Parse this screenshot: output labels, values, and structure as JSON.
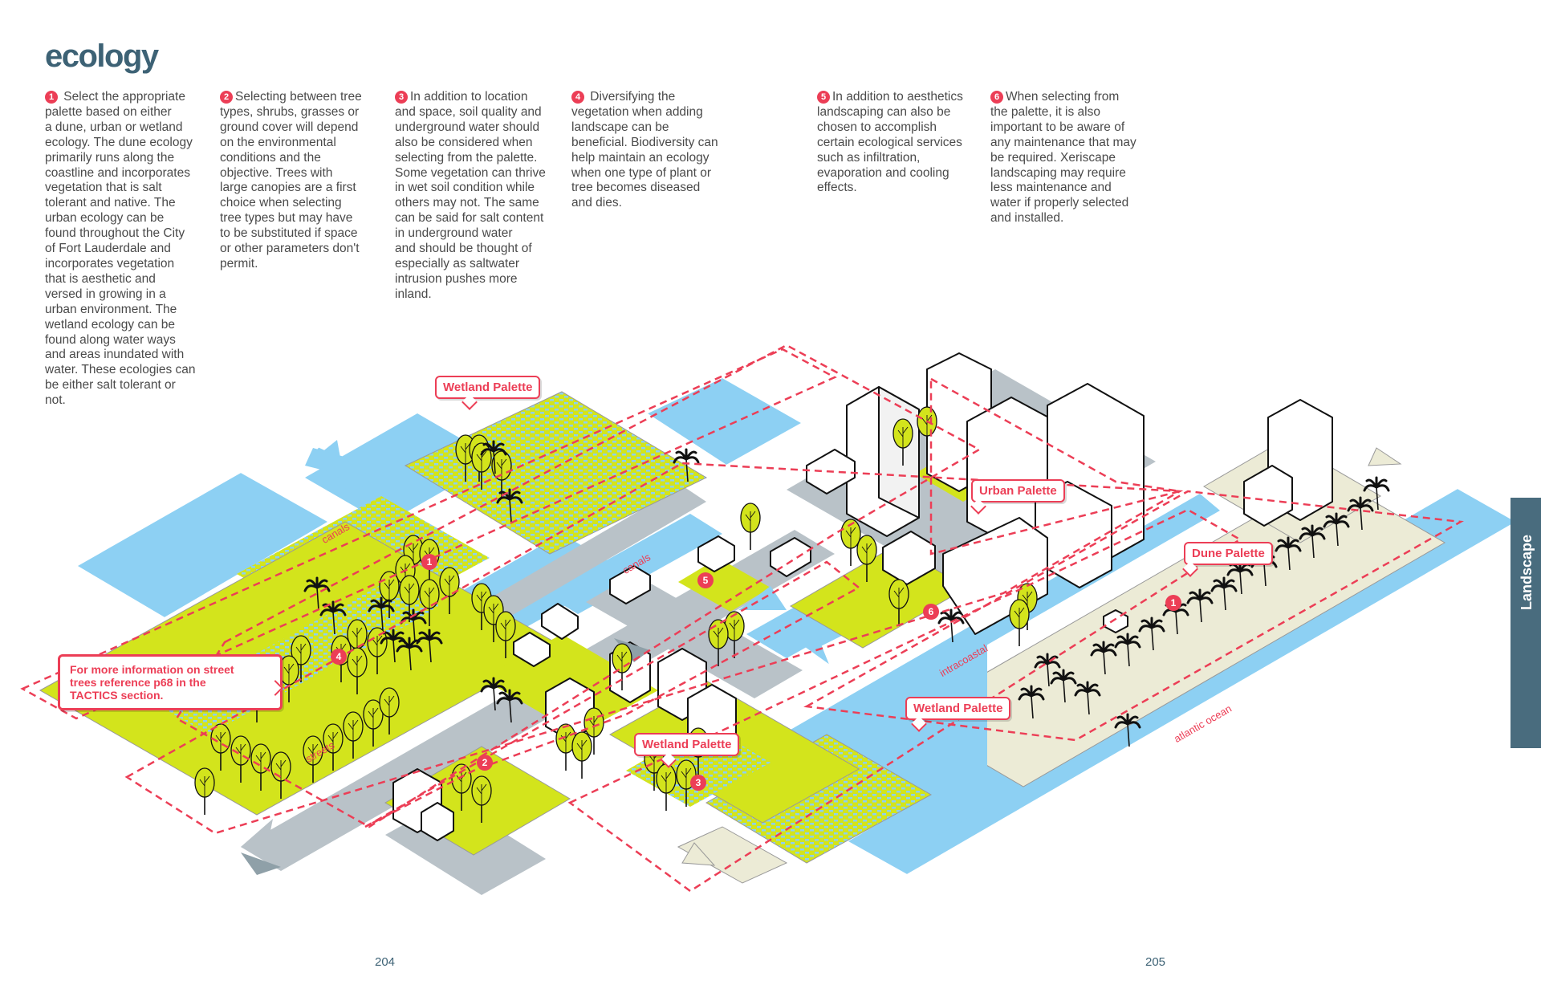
{
  "title": "ecology",
  "columns": [
    {
      "n": "1",
      "text": " Select the appropriate\npalette based on either\na dune, urban or wetland\necology. The dune ecology\nprimarily runs along the\ncoastline and incorporates\nvegetation that is salt\ntolerant and native. The\nurban ecology can be\nfound throughout the City\nof Fort Lauderdale and\nincorporates vegetation\nthat is aesthetic and\nversed in growing in a\nurban environment. The\nwetland ecology can be\nfound along water ways\nand areas inundated with\nwater. These ecologies can\nbe either salt tolerant or\nnot."
    },
    {
      "n": "2",
      "text": "Selecting between tree\ntypes, shrubs, grasses or\nground cover will depend\non the environmental\nconditions and the\nobjective. Trees with\nlarge canopies are a first\nchoice when selecting\ntree types but may have\nto be substituted if space\nor other parameters don't\npermit."
    },
    {
      "n": "3",
      "text": "In addition to location\nand space, soil quality and\nunderground water should\nalso be considered when\nselecting from the palette.\nSome vegetation can thrive\nin wet soil condition while\nothers may not. The same\ncan be said for salt content\nin underground water\nand should be thought of\nespecially as saltwater\nintrusion pushes more\ninland."
    },
    {
      "n": "4",
      "text": " Diversifying the\nvegetation when adding\nlandscape can be\nbeneficial. Biodiversity can\nhelp maintain an ecology\nwhen one type of plant or\ntree becomes diseased\nand dies."
    },
    {
      "n": "5",
      "text": "In addition to aesthetics\nlandscaping can also be\nchosen to accomplish\ncertain ecological services\nsuch as infiltration,\nevaporation and cooling\neffects."
    },
    {
      "n": "6",
      "text": "When selecting from\nthe palette, it is also\nimportant to be aware of\nany maintenance that may\nbe required. Xeriscape\nlandscaping may require\nless maintenance and\nwater if properly selected\nand installed."
    }
  ],
  "callouts": {
    "wetland_top": "Wetland Palette",
    "urban": "Urban Palette",
    "dune": "Dune Palette",
    "wetland_right": "Wetland Palette",
    "wetland_bottom": "Wetland Palette",
    "street_trees": "For more information on street\ntrees reference p68 in the\nTACTICS section."
  },
  "labels": {
    "canals_1": "canals",
    "canals_2": "canals",
    "streets": "streets",
    "intracoastal": "intracoastal",
    "atlantic_ocean": "atlantic ocean"
  },
  "badges": {
    "b1": "1",
    "b2": "2",
    "b3": "3",
    "b4": "4",
    "b5": "5",
    "b6": "6",
    "b7": "1"
  },
  "page_numbers": {
    "left": "204",
    "right": "205"
  },
  "side_tab": "Landscape",
  "colors": {
    "title": "#3d6275",
    "accent": "#ec3e56",
    "water": "#8dd0f3",
    "lawn": "#d3e41c",
    "road": "#b9c2c8",
    "sand": "#ecebd6",
    "tab": "#496c7e"
  }
}
